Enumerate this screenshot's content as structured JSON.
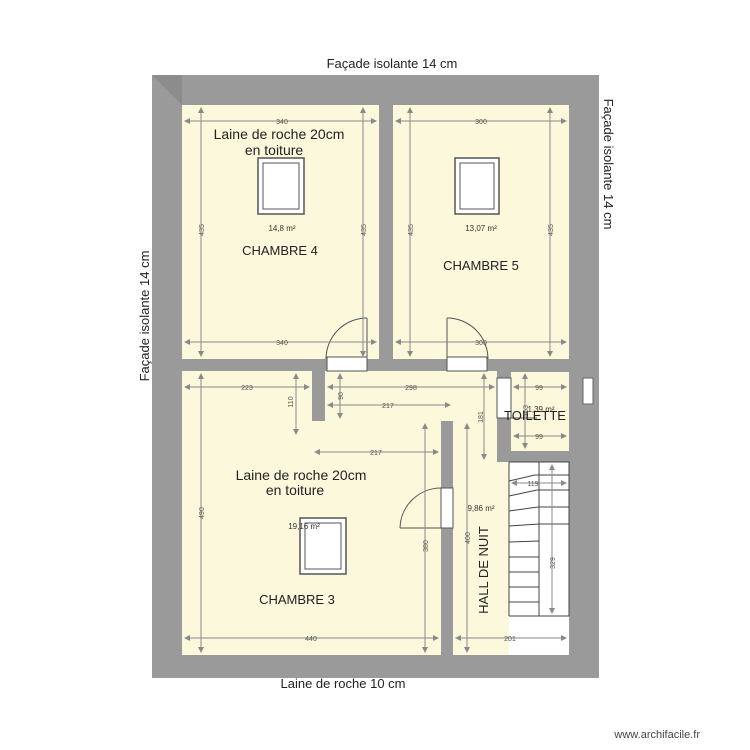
{
  "facades": {
    "top": "Façade isolante 14 cm",
    "right": "Façade isolante 14 cm",
    "left": "Façade isolante 14 cm",
    "bottom": "Laine de roche 10 cm"
  },
  "rooms": {
    "chambre4": {
      "name": "CHAMBRE 4",
      "area": "14,8 m²",
      "note_line1": "Laine de roche 20cm",
      "note_line2": "en toiture"
    },
    "chambre5": {
      "name": "CHAMBRE 5",
      "area": "13,07 m²"
    },
    "chambre3": {
      "name": "CHAMBRE 3",
      "area": "19,16 m²",
      "note_line1": "Laine de roche 20cm",
      "note_line2": "en toiture"
    },
    "toilette": {
      "name": "TOILETTE",
      "area": "1,39 m²"
    },
    "hall": {
      "name": "HALL DE NUIT",
      "area": "9,86 m²"
    }
  },
  "dimensions": {
    "c4_top": "340",
    "c4_bottom": "340",
    "c4_left": "435",
    "c4_right": "435",
    "c5_top": "300",
    "c5_bottom": "300",
    "c5_left": "435",
    "c5_right": "435",
    "c3_top": "223",
    "c3_small_v": "110",
    "c3_left": "490",
    "c3_bottom": "440",
    "c3_right": "380",
    "c3_step": "217",
    "corr_top": "298",
    "corr_v": "90",
    "corr_mid": "217",
    "wc_top": "99",
    "wc_bottom": "99",
    "wc_v": "181",
    "wc_right": "163",
    "hall_left": "400",
    "hall_bottom": "201",
    "stair_w": "119",
    "stair_h": "329"
  },
  "credit": "www.archifacile.fr"
}
